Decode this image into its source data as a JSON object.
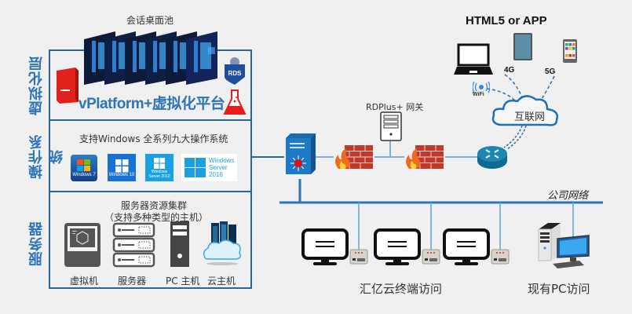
{
  "colors": {
    "frame": "#2c6494",
    "accent_blue": "#2e75b6",
    "network_line": "#2e75b6",
    "cloud_stroke": "#1f6fb8",
    "firewall_red": "#c0392b",
    "background": "#f0f0f0"
  },
  "virtualization_layer": {
    "label": "虚拟化层",
    "session_pool_caption": "会话桌面池",
    "platform_title": "vPlatform+虚拟化平台",
    "product_box_icon": "rdplus-product-box-icon",
    "rds_badge_text": "RDS",
    "flask_icon": "flask-icon",
    "desktop_count": 6
  },
  "os_layer": {
    "label": "操作系统",
    "caption": "支持Windows 全系列九大操作系统",
    "logos": [
      {
        "name": "Windows 7",
        "label": "Windows 7"
      },
      {
        "name": "Windows 10",
        "label": "Windows 10"
      },
      {
        "name": "Windows Server 2012",
        "label": "Windows Server 2012"
      },
      {
        "name": "Windows Server 2016",
        "label_line1": "Windows",
        "label_line2": "Server",
        "label_line3": "2016"
      }
    ]
  },
  "server_layer": {
    "label": "服务器",
    "caption_line1": "服务器资源集群",
    "caption_line2": "（支持多种类型的主机）",
    "hosts": [
      {
        "label": "虚拟机",
        "icon": "virtual-machine-icon"
      },
      {
        "label": "服务器",
        "icon": "server-rack-icon"
      },
      {
        "label": "PC 主机",
        "icon": "pc-tower-icon"
      },
      {
        "label": "云主机",
        "icon": "cloud-host-icon"
      }
    ]
  },
  "network": {
    "gateway_label": "RDPlus+ 网关",
    "company_network_label": "公司网络",
    "internet_label": "互联网",
    "clients_title": "HTML5 or APP",
    "wifi_label": "WiFi",
    "label_4g": "4G",
    "label_5g": "5G",
    "thin_client_caption": "汇亿云终端访问",
    "pc_access_caption": "现有PC访问",
    "thin_client_count": 3
  }
}
